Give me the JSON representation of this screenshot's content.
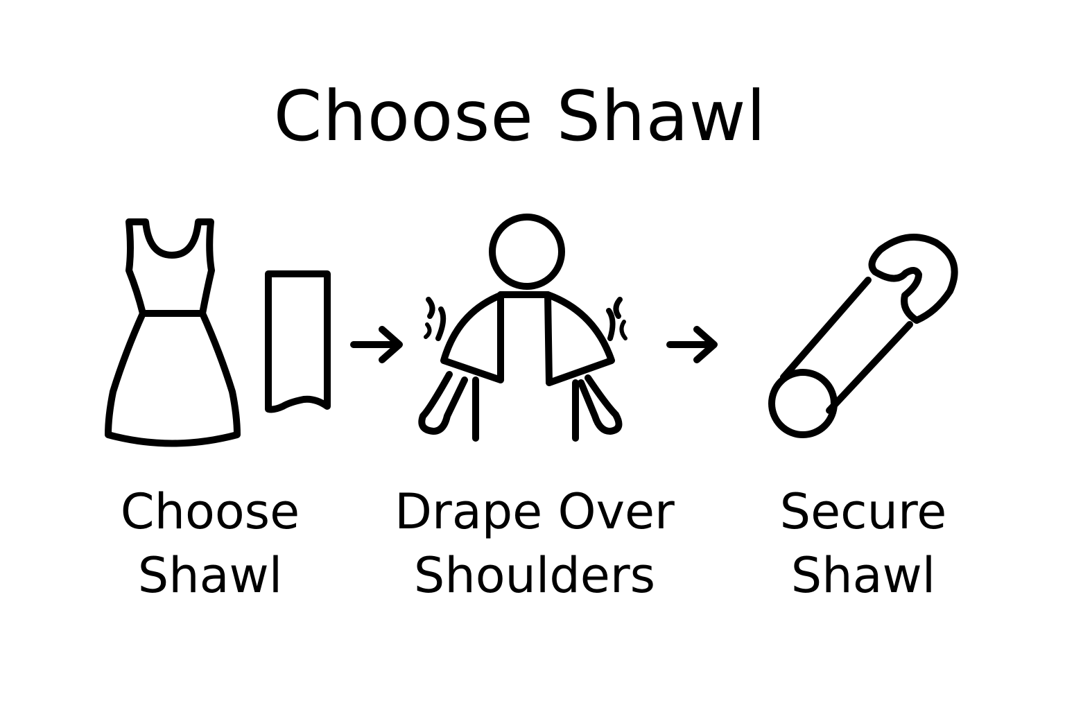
{
  "title": "Choose Shawl",
  "steps": [
    {
      "label_line1": "Choose",
      "label_line2": "Shawl",
      "icons": [
        "dress-icon",
        "shawl-icon"
      ]
    },
    {
      "label_line1": "Drape Over",
      "label_line2": "Shoulders",
      "icons": [
        "person-with-shawl-icon"
      ]
    },
    {
      "label_line1": "Secure",
      "label_line2": "Shawl",
      "icons": [
        "safety-pin-icon"
      ]
    }
  ],
  "connectors": [
    "arrow-right-icon",
    "arrow-right-icon"
  ],
  "colors": {
    "background": "#ffffff",
    "stroke": "#000000"
  }
}
